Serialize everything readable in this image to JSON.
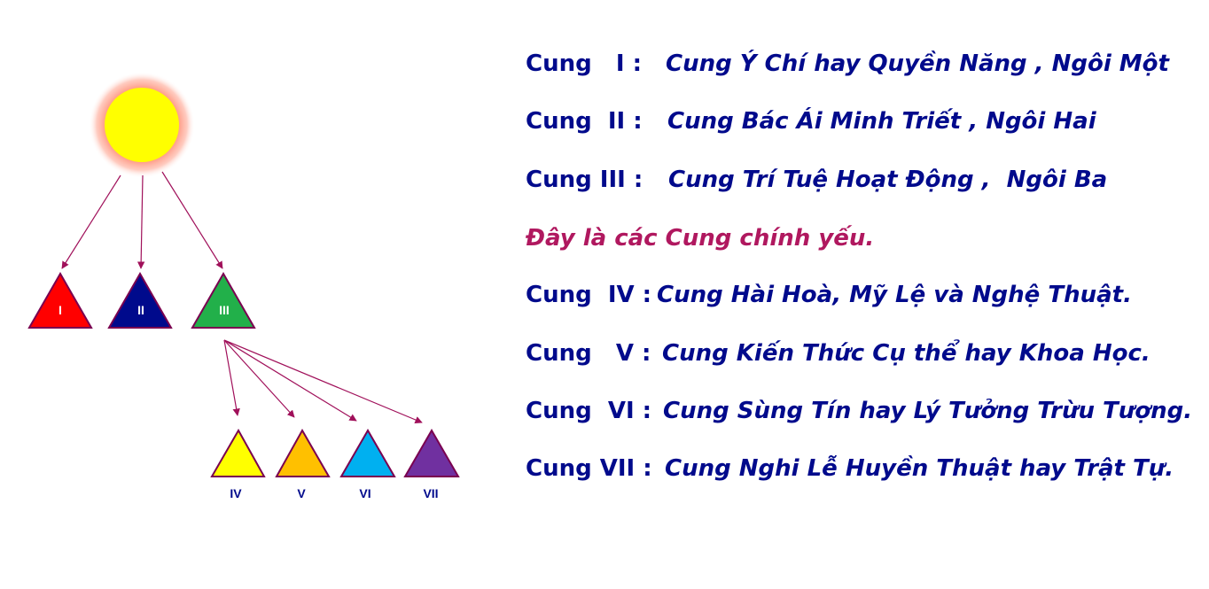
{
  "diagram": {
    "sun": {
      "fill": "#ffff00",
      "glow": "#ff9f8a"
    },
    "arrow_color": "#a0105a",
    "triangle_stroke": "#7a0050",
    "primary_rays": [
      {
        "numeral": "I",
        "fill": "#ff0000"
      },
      {
        "numeral": "II",
        "fill": "#000a8c"
      },
      {
        "numeral": "III",
        "fill": "#22b04a"
      }
    ],
    "secondary_rays": [
      {
        "numeral": "IV",
        "fill": "#ffff00"
      },
      {
        "numeral": "V",
        "fill": "#ffc000"
      },
      {
        "numeral": "VI",
        "fill": "#00b0f0"
      },
      {
        "numeral": "VII",
        "fill": "#7030a0"
      }
    ]
  },
  "legend": {
    "text_color": "#000a8c",
    "note_color": "#b0185f",
    "lines": [
      {
        "prefix": "Cung   I :",
        "desc": "Cung Ý Chí hay Quyền Năng , Ngôi Một"
      },
      {
        "prefix": "Cung  II :",
        "desc": "Cung Bác Ái Minh Triết , Ngôi Hai"
      },
      {
        "prefix": "Cung III :",
        "desc": "Cung Trí Tuệ Hoạt Động ,  Ngôi Ba"
      },
      {
        "prefix": "Cung  IV :",
        "desc": "Cung Hài Hoà, Mỹ Lệ và Nghệ Thuật."
      },
      {
        "prefix": "Cung   V :",
        "desc": "Cung Kiến Thức Cụ thể hay Khoa Học."
      },
      {
        "prefix": "Cung  VI :",
        "desc": "Cung Sùng Tín hay Lý Tưởng Trừu Tượng."
      },
      {
        "prefix": "Cung VII :",
        "desc": "Cung Nghi Lễ Huyền Thuật hay Trật Tự."
      }
    ],
    "note": "Đây là các Cung chính yếu."
  }
}
